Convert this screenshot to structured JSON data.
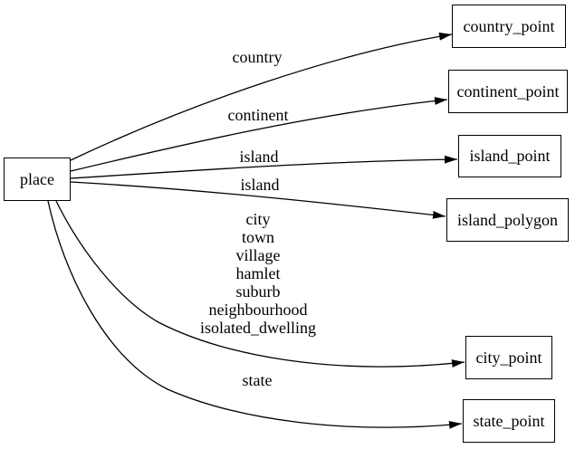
{
  "diagram": {
    "type": "directed-graph",
    "colors": {
      "background": "#ffffff",
      "node_border": "#000000",
      "edge_stroke": "#000000",
      "text": "#000000"
    },
    "nodes": {
      "place": {
        "label": "place"
      },
      "country_point": {
        "label": "country_point"
      },
      "continent_point": {
        "label": "continent_point"
      },
      "island_point": {
        "label": "island_point"
      },
      "island_polygon": {
        "label": "island_polygon"
      },
      "city_point": {
        "label": "city_point"
      },
      "state_point": {
        "label": "state_point"
      }
    },
    "edges": [
      {
        "from": "place",
        "to": "country_point",
        "label": "country"
      },
      {
        "from": "place",
        "to": "continent_point",
        "label": "continent"
      },
      {
        "from": "place",
        "to": "island_point",
        "label": "island"
      },
      {
        "from": "place",
        "to": "island_polygon",
        "label": "island"
      },
      {
        "from": "place",
        "to": "city_point",
        "label": "city\ntown\nvillage\nhamlet\nsuburb\nneighbourhood\nisolated_dwelling"
      },
      {
        "from": "place",
        "to": "state_point",
        "label": "state"
      }
    ]
  }
}
